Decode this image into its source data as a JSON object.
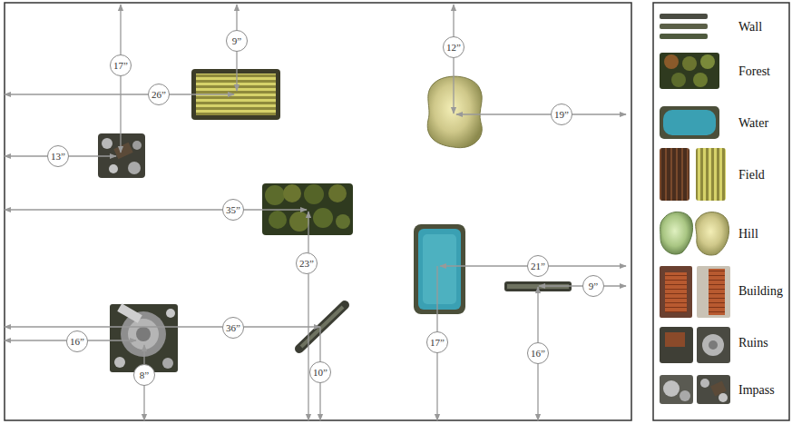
{
  "diagram": {
    "labels": [
      "17”",
      "9”",
      "12”",
      "26”",
      "19”",
      "13”",
      "35”",
      "23”",
      "21”",
      "9”",
      "36”",
      "16”",
      "10”",
      "17”",
      "16”",
      "8”"
    ],
    "legend": [
      {
        "text": "Wall"
      },
      {
        "text": "Forest"
      },
      {
        "text": "Water"
      },
      {
        "text": "Field"
      },
      {
        "text": "Hill"
      },
      {
        "text": "Building"
      },
      {
        "text": "Ruins"
      },
      {
        "text": "Impass"
      }
    ]
  }
}
